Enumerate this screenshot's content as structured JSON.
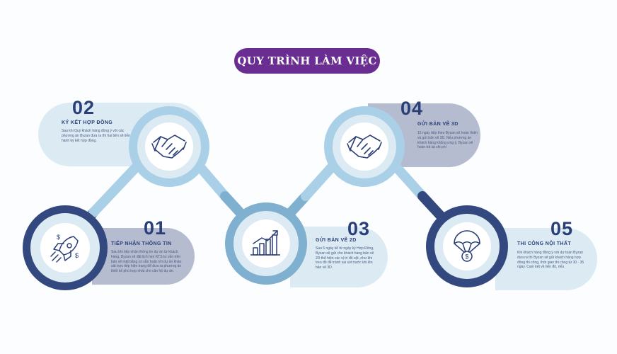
{
  "title": "QUY TRÌNH LÀM VIỆC",
  "colors": {
    "purple": "#6a2d91",
    "navy": "#33487f",
    "light_blue": "#a9d0e6",
    "mid_blue": "#7fb0cf",
    "pale_panel": "#dcebf3",
    "grey_panel": "#b5bcd0",
    "text_dark": "#2a3f78"
  },
  "steps": [
    {
      "number": "01",
      "title": "TIẾP NHẬN THÔNG TIN",
      "icon": "rocket-icon",
      "description": "Sau khi tiếp nhận thông tin dự án từ khách hàng, Byzan sẽ đặt lịch hẹn KTS tư vấn trên bản vẽ mặt bằng có sẵn hoặc tới dự án khảo sát trực tiếp hiện trạng để đưa ra phương án thiết kế phù hợp nhất cho căn hộ dự án."
    },
    {
      "number": "02",
      "title": "KÝ KẾT HỢP ĐỒNG",
      "icon": "handshake-icon",
      "description": "Sau khi Quý khách hàng đồng ý với các phương án Byzan đưa ra thì hai bên sẽ tiến hành ký kết hợp đồng."
    },
    {
      "number": "03",
      "title": "GỬI BẢN VẼ 2D",
      "icon": "bar-chart-icon",
      "description": "Sau 5 ngày kể từ ngày ký Hợp Đồng, Byzan sẽ gửi cho khách hàng bản vẽ 2D thể hiện các vị trí đồ vật, như khi treo đồ để tránh sai sót trước khi lên bản vẽ 3D."
    },
    {
      "number": "04",
      "title": "GỬI BẢN VẼ 3D",
      "icon": "handshake-icon",
      "description": "15 ngày tiếp theo Byzan sẽ hoàn thiện và gửi bản vẽ 3D. Nếu phương án khách hàng không ưng ý, Byzan sẽ hoàn trả lại chi phí"
    },
    {
      "number": "05",
      "title": "THI CÔNG NỘI THẤT",
      "icon": "money-parachute-icon",
      "description": "Khi khách hàng đồng ý với dự toán Byzan đưa ra thì Byzan sẽ gửi khách hàng hợp đồng thi công, thời gian thi công từ 30 - 35 ngày. Cam kết về tiến độ, nếu"
    }
  ]
}
